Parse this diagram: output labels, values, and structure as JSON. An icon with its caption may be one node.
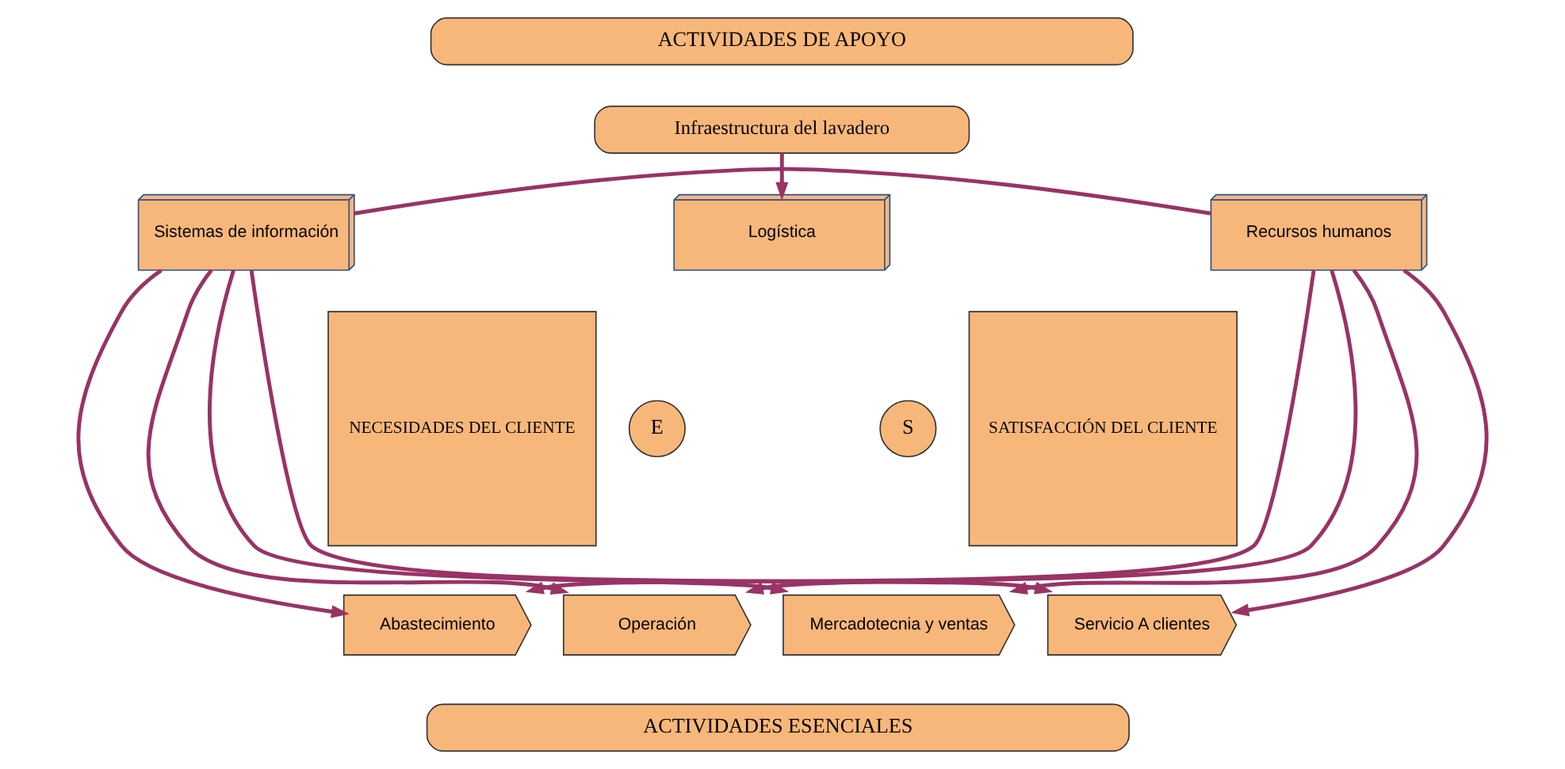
{
  "diagram": {
    "nodes": [
      {
        "text": [
          "ACTIVIDADES DE APOYO"
        ]
      },
      {
        "text": [
          "NECESIDADES DEL CLIENTE"
        ]
      },
      {
        "text": [
          "SATISFACCIÓN DEL CLIENTE"
        ]
      },
      {
        "text": [
          "Infraestructura del lavadero"
        ]
      },
      {
        "text": [
          "Sistemas de información"
        ]
      },
      {
        "text": [
          "Logística"
        ]
      },
      {
        "text": [
          "Recursos humanos"
        ]
      },
      {
        "text": [
          "E"
        ]
      },
      {
        "text": [
          "S"
        ]
      },
      {
        "text": [
          "Abastecimiento"
        ]
      },
      {
        "text": [
          "Operación"
        ]
      },
      {
        "text": [
          "Mercadotecnia y ventas"
        ]
      },
      {
        "text": [
          "Servicio A clientes"
        ]
      },
      {
        "text": [
          "ACTIVIDADES ESENCIALES"
        ]
      }
    ],
    "edges": [
      {
        "from": 3,
        "to": 5,
        "arrow": "to"
      },
      {
        "from": 4,
        "to": 6,
        "arrow": "none"
      },
      {
        "from": 4,
        "to": 9,
        "arrow": "to"
      },
      {
        "from": 4,
        "to": 10,
        "arrow": "to"
      },
      {
        "from": 4,
        "to": 11,
        "arrow": "to"
      },
      {
        "from": 4,
        "to": 12,
        "arrow": "to"
      },
      {
        "from": 6,
        "to": 9,
        "arrow": "to"
      },
      {
        "from": 6,
        "to": 10,
        "arrow": "to"
      },
      {
        "from": 6,
        "to": 11,
        "arrow": "to"
      },
      {
        "from": 6,
        "to": 12,
        "arrow": "to"
      }
    ]
  }
}
